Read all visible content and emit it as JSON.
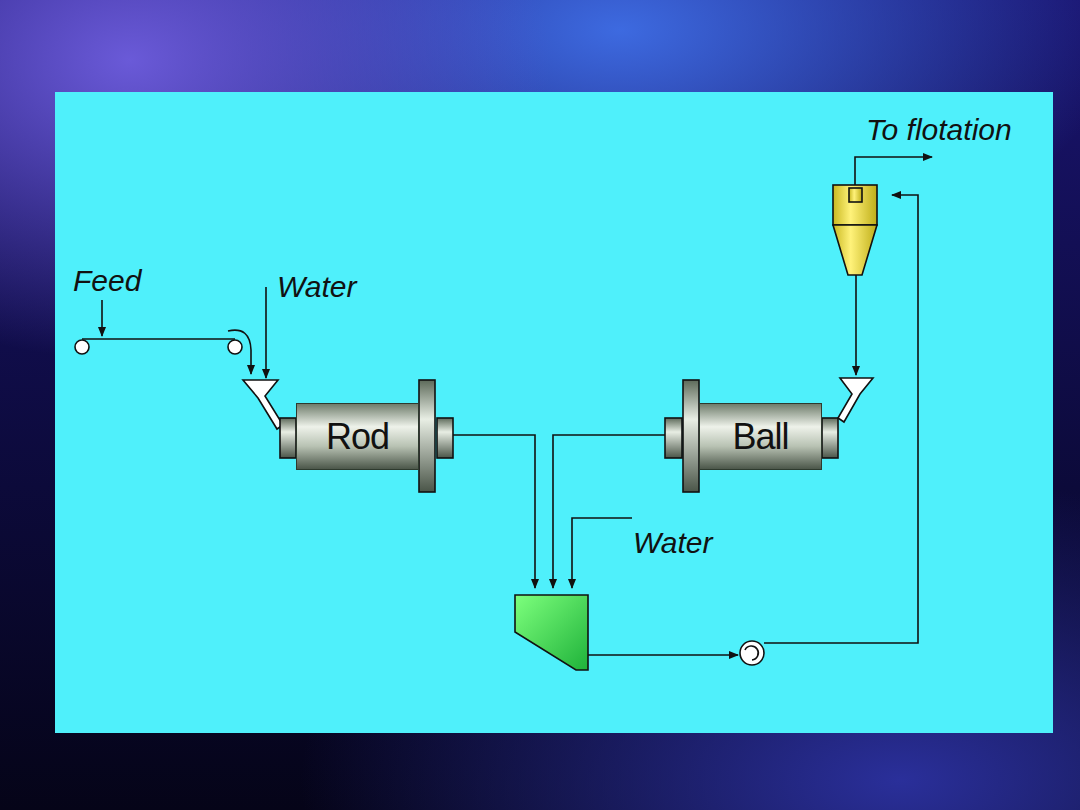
{
  "diagram": {
    "nodes": [
      {
        "text": [
          "Rod"
        ]
      },
      {
        "text": [
          "Ball"
        ]
      }
    ],
    "labels": [
      "To flotation",
      "Feed",
      "Water",
      "Water"
    ]
  }
}
